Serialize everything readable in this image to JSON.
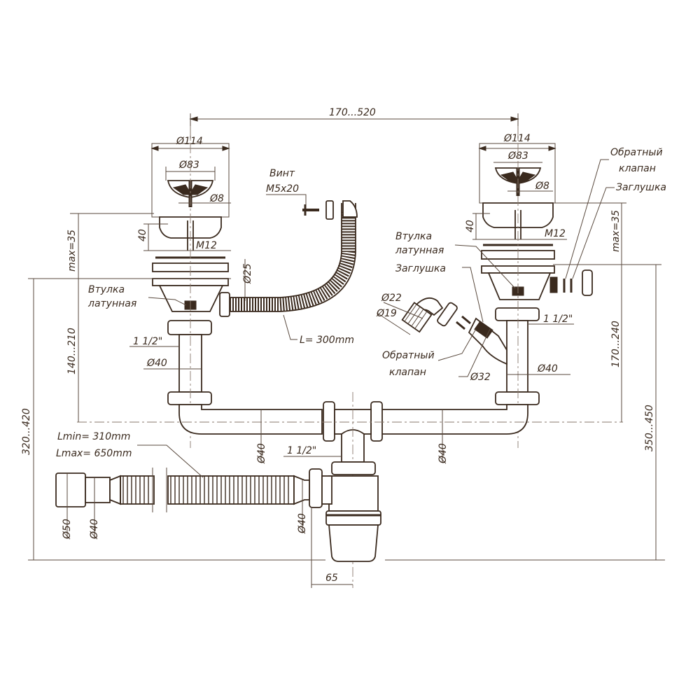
{
  "drawing": {
    "title": "Double sink siphon assembly",
    "colors": {
      "line": "#3a2a1e",
      "background": "#ffffff"
    },
    "dimensions": {
      "bowl_spacing": "170...520",
      "left_strainer_outer": "Ø114",
      "left_strainer_inner": "Ø83",
      "left_screw": "Ø8",
      "right_strainer_outer": "Ø114",
      "right_strainer_inner": "Ø83",
      "right_screw": "Ø8",
      "left_bolt_len": "40",
      "left_thread": "M12",
      "right_bolt_len": "40",
      "right_thread": "M12",
      "left_max": "max=35",
      "right_max": "max=35",
      "overflow_diam": "Ø25",
      "left_height": "140...210",
      "right_height": "170...240",
      "total_left": "320...420",
      "total_right": "350...450",
      "left_union": "1 1/2\"",
      "right_union": "1 1/2\"",
      "trap_union": "1 1/2\"",
      "left_pipe": "Ø40",
      "right_pipe": "Ø40",
      "horiz_pipe_left": "Ø40",
      "horiz_pipe_right": "Ø40",
      "hose_end_outer": "Ø50",
      "hose_end_inner": "Ø40",
      "hose_outlet": "Ø40",
      "trap_offset": "65",
      "elbow_outer": "Ø22",
      "elbow_inner": "Ø19",
      "branch": "Ø32"
    },
    "labels": {
      "screw_title": "Винт",
      "screw_size": "M5x20",
      "overflow_length": "L= 300mm",
      "brass_sleeve_left_1": "Втулка",
      "brass_sleeve_left_2": "латунная",
      "brass_sleeve_right_1": "Втулка",
      "brass_sleeve_right_2": "латунная",
      "plug_right": "Заглушка",
      "plug_top": "Заглушка",
      "check_valve_top_1": "Обратный",
      "check_valve_top_2": "клапан",
      "check_valve_mid_1": "Обратный",
      "check_valve_mid_2": "клапан",
      "hose_lmin": "Lmin= 310mm",
      "hose_lmax": "Lmax= 650mm"
    }
  }
}
